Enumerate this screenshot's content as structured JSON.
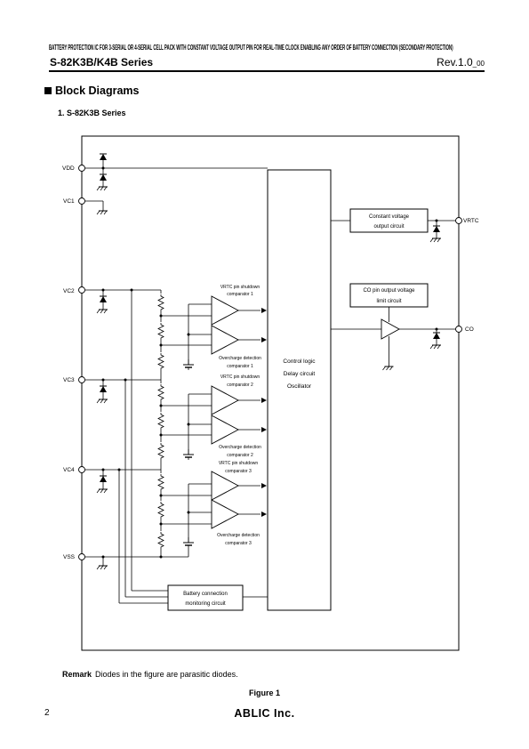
{
  "header": {
    "subtitle": "BATTERY PROTECTION IC FOR 3-SERIAL OR 4-SERIAL CELL PACK WITH CONSTANT VOLTAGE OUTPUT PIN FOR REAL-TIME CLOCK ENABLING ANY ORDER OF BATTERY CONNECTION (SECONDARY PROTECTION)",
    "series": "S-82K3B/K4B Series",
    "revision": "Rev.1.0",
    "revision_sub": "_00"
  },
  "section": {
    "title": "Block Diagrams",
    "subsection": "1.  S-82K3B Series"
  },
  "diagram": {
    "pins": {
      "vdd": "VDD",
      "vc1": "VC1",
      "vc2": "VC2",
      "vc3": "VC3",
      "vc4": "VC4",
      "vss": "VSS",
      "vrtc": "VRTC",
      "co": "CO"
    },
    "blocks": {
      "control_1": "Control logic",
      "control_2": "Delay circuit",
      "control_3": "Oscillator",
      "cv_1": "Constant voltage",
      "cv_2": "output circuit",
      "co_1": "CO pin output voltage",
      "co_2": "limit circuit",
      "bat_1": "Battery connection",
      "bat_2": "monitoring circuit"
    },
    "labels": {
      "sd1_a": "VRTC pin shutdown",
      "sd1_b": "comparator 1",
      "oc1_a": "Overcharge detection",
      "oc1_b": "comparator 1",
      "sd2_a": "VRTC pin shutdown",
      "sd2_b": "comparator 2",
      "oc2_a": "Overcharge detection",
      "oc2_b": "comparator 2",
      "sd3_a": "VRTC pin shutdown",
      "sd3_b": "comparator 3",
      "oc3_a": "Overcharge detection",
      "oc3_b": "comparator 3"
    }
  },
  "remark": {
    "label": "Remark",
    "text": "Diodes in the figure are parasitic diodes."
  },
  "figure_caption": "Figure 1",
  "footer": {
    "page_number": "2",
    "logo": "ABLIC Inc."
  }
}
